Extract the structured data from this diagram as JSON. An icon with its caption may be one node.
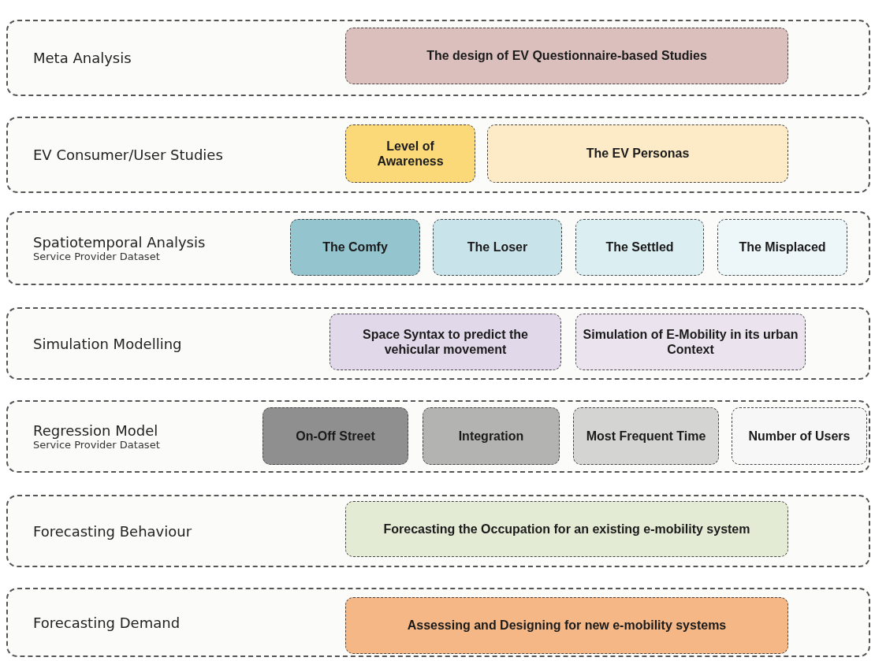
{
  "diagram": {
    "nodes": [
      {
        "text": [
          "Meta Analysis"
        ]
      },
      {
        "text": [
          "The design of EV Questionnaire-based Studies"
        ],
        "in": 0
      },
      {
        "text": [
          "EV Consumer/User Studies"
        ]
      },
      {
        "text": [
          "Level of Awareness"
        ],
        "in": 2
      },
      {
        "text": [
          "The EV Personas"
        ],
        "in": 2
      },
      {
        "text": [
          "Spatiotemporal Analysis",
          "Service Provider Dataset"
        ]
      },
      {
        "text": [
          "The Comfy"
        ],
        "in": 5
      },
      {
        "text": [
          "The Loser"
        ],
        "in": 5
      },
      {
        "text": [
          "The Settled"
        ],
        "in": 5
      },
      {
        "text": [
          "The Misplaced"
        ],
        "in": 5
      },
      {
        "text": [
          "Simulation Modelling"
        ]
      },
      {
        "text": [
          "Space Syntax to predict the vehicular movement"
        ],
        "in": 10
      },
      {
        "text": [
          "Simulation of E-Mobility in its urban Context"
        ],
        "in": 10
      },
      {
        "text": [
          "Regression Model",
          "Service Provider Dataset"
        ]
      },
      {
        "text": [
          "On-Off Street"
        ],
        "in": 13
      },
      {
        "text": [
          "Integration"
        ],
        "in": 13
      },
      {
        "text": [
          "Most Frequent Time"
        ],
        "in": 13
      },
      {
        "text": [
          "Number of Users"
        ],
        "in": 13
      },
      {
        "text": [
          "Forecasting Behaviour"
        ]
      },
      {
        "text": [
          "Forecasting the Occupation for an existing e-mobility system"
        ],
        "in": 18
      },
      {
        "text": [
          "Forecasting Demand"
        ]
      },
      {
        "text": [
          "Assessing and Designing for new e-mobility systems"
        ],
        "in": 20
      }
    ]
  }
}
